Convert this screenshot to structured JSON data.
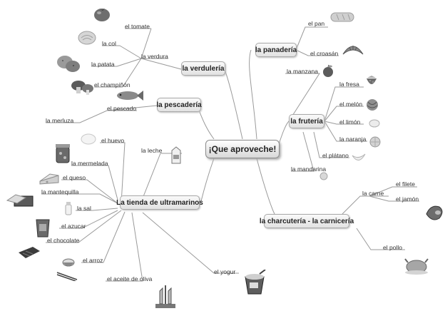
{
  "center": "¡Que aproveche!",
  "branches": {
    "verduleria": "la verdulería",
    "pescaderia": "la pescadería",
    "panaderia": "la panadería",
    "fruteria": "la frutería",
    "tienda": "La tienda de ultramarinos",
    "charcuteria": "la charcutería - la carnicería"
  },
  "verduleria_items": [
    "el tomate",
    "la col",
    "la verdura",
    "la patata",
    "el champiñón"
  ],
  "pescaderia_items": [
    "el pescado",
    "la merluza"
  ],
  "panaderia_items": [
    "el pan",
    "el croasán"
  ],
  "fruteria_items": [
    "la manzana",
    "la fresa",
    "el melón",
    "el limón",
    "la naranja",
    "el plátano",
    "la mandarina"
  ],
  "tienda_items": [
    "el huevo",
    "la leche",
    "la mermelada",
    "el queso",
    "la mantequilla",
    "la sal",
    "el azucar",
    "el chocolate",
    "el arroz",
    "el aceite de oliva",
    "el yogur"
  ],
  "charcuteria_items": [
    "la carne",
    "el filete",
    "el jamón",
    "el pollo"
  ],
  "icons": [
    "tomato-icon",
    "cabbage-icon",
    "potato-icon",
    "mushroom-icon",
    "fish-icon",
    "bread-icon",
    "croissant-icon",
    "apple-icon",
    "strawberry-icon",
    "melon-icon",
    "lemon-icon",
    "orange-icon",
    "banana-icon",
    "mandarin-icon",
    "egg-icon",
    "milk-icon",
    "jam-icon",
    "cheese-icon",
    "butter-icon",
    "salt-icon",
    "sugar-icon",
    "chocolate-icon",
    "rice-icon",
    "oil-icon",
    "yogurt-icon",
    "ham-icon",
    "chicken-icon"
  ]
}
